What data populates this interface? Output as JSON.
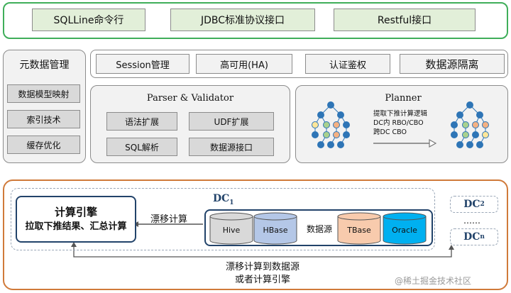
{
  "interfaces": [
    "SQLLine命令行",
    "JDBC标准协议接口",
    "Restful接口"
  ],
  "metadata": {
    "title": "元数据管理",
    "items": [
      "数据模型映射",
      "索引技术",
      "缓存优化"
    ]
  },
  "services": [
    "Session管理",
    "高可用(HA)",
    "认证鉴权",
    "数据源隔离"
  ],
  "parser": {
    "title": "Parser & Validator",
    "items": [
      "语法扩展",
      "UDF扩展",
      "SQL解析",
      "数据源接口"
    ]
  },
  "planner": {
    "title": "Planner",
    "lines": [
      "提取下推计算逻辑",
      "DC内 RBO/CBO",
      "跨DC CBO"
    ]
  },
  "compute": {
    "engine_title": "计算引擎",
    "engine_subtitle": "拉取下推结果、汇总计算",
    "drift_label": "漂移计算",
    "dc1_label": "DC",
    "dc1_sub": "1",
    "datasource_label": "数据源",
    "sources": [
      {
        "name": "Hive",
        "color": "#d9d9d9"
      },
      {
        "name": "HBase",
        "color": "#b4c7e7"
      },
      {
        "name": "TBase",
        "color": "#f8cbad"
      },
      {
        "name": "Oracle",
        "color": "#00b0f0"
      }
    ],
    "dc2_label": "DC",
    "dc2_sub": "2",
    "dots": "……",
    "dcn_label": "DC",
    "dcn_sub": "n",
    "caption_line1": "漂移计算到数据源",
    "caption_line2": "或者计算引擎"
  },
  "watermark": "@稀土掘金技术社区",
  "colors": {
    "green_border": "#3fae5a",
    "green_fill": "#e2efd9",
    "orange_border": "#d07a3a",
    "navy": "#22436a",
    "node_blue": "#2e75b6",
    "node_green": "#a9d18e",
    "node_yellow": "#ffe699",
    "node_orange": "#f4b183"
  }
}
